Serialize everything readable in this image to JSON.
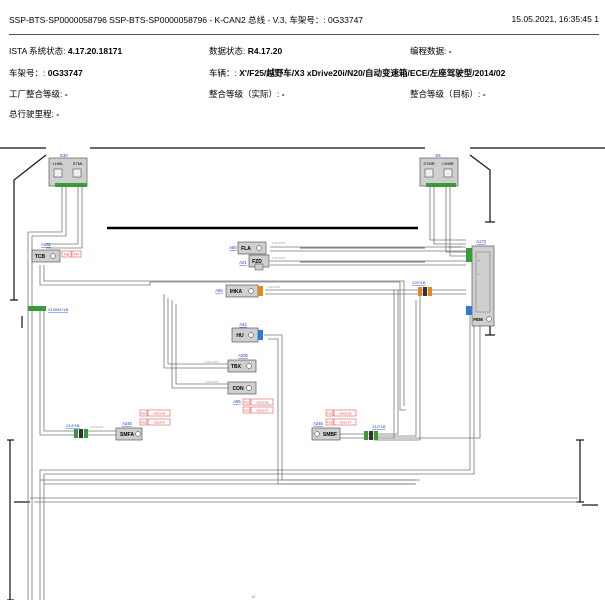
{
  "header": {
    "title": "SSP-BTS-SP0000058796 SSP-BTS-SP0000058796 - K-CAN2 总线 - V.3, 车架号：: 0G33747",
    "timestamp": "15.05.2021, 16:35:45",
    "page": "1"
  },
  "info": {
    "ista_label": "ISTA 系统状态: ",
    "ista_value": "4.17.20.18171",
    "data_label": "数据状态: ",
    "data_value": "R4.17.20",
    "prog_label": "编程数据: ",
    "prog_value": "-",
    "vin_label": "车架号：: ",
    "vin_value": "0G33747",
    "vehicle_label": "车辆：: ",
    "vehicle_value": "X'/F25/越野车/X3 xDrive20i/N20/自动变速箱/ECE/左座驾驶型/2014/02",
    "factory_label": "工厂整合等级: ",
    "factory_value": "-",
    "actual_label": "整合等级（实际）: ",
    "actual_value": "-",
    "target_label": "整合等级（目标）: ",
    "target_value": "-",
    "mileage_label": "总行驶里程: ",
    "mileage_value": "-"
  },
  "diagram": {
    "modules": {
      "e30": {
        "id": "E30",
        "left": "LHML",
        "right": "STML"
      },
      "e5": {
        "id": "E5",
        "left": "STMR",
        "right": "LHMR"
      },
      "a231": {
        "id": "A231",
        "name": "TCB"
      },
      "a60": {
        "id": "A60",
        "name": "FLA"
      },
      "a21": {
        "id": "A21",
        "name": "FZD"
      },
      "a65": {
        "id": "A65",
        "name": "IHKA"
      },
      "a42": {
        "id": "A42",
        "name": "HU"
      },
      "a200": {
        "id": "A200",
        "name": "TBX"
      },
      "a85": {
        "id": "A85",
        "name": "CON"
      },
      "a173": {
        "id": "A173",
        "name": "FEM"
      },
      "a245": {
        "id": "A245",
        "name": "SMFA"
      },
      "a246": {
        "id": "A246",
        "name": "SMBF"
      }
    },
    "connectors": {
      "x13061": "X13061*1B",
      "x14": "X14*1B",
      "x12": "X12*1B",
      "x22": "X22*1B"
    },
    "tags": {
      "tcb1": "F3x",
      "tcb2": "F47",
      "con1": "F16",
      "con1v": ">3013-06",
      "con2": "F16",
      "con2v": ">3013-07",
      "smfa1": "F16",
      "smfa1v": ">3013-06",
      "smfa2": "F16",
      "smfa2v": ">3013-07",
      "smbf1": "F16",
      "smbf1v": ">3013-06",
      "smbf2": "F16",
      "smbf2v": ">3013-07"
    },
    "footer_mark": "///"
  }
}
